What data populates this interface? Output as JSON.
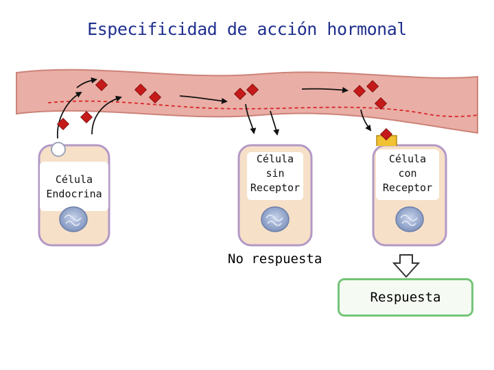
{
  "title": "Especificidad de acción hormonal",
  "cells": [
    {
      "label_lines": [
        "Célula",
        "Endocrina"
      ]
    },
    {
      "label_lines": [
        "Célula",
        "sin",
        "Receptor"
      ]
    },
    {
      "label_lines": [
        "Célula",
        "con",
        "Receptor"
      ]
    }
  ],
  "no_response": "No respuesta",
  "response": "Respuesta",
  "colors": {
    "title": "#1f2f8f",
    "vessel": "#e7a9a0",
    "vessel_edge": "#cf7f75",
    "hormone": "#c81a1a",
    "cell_fill": "#f6e1cb",
    "cell_border": "#b79ac8",
    "nucleus": "#8aa0c8",
    "response_border": "#74c477"
  }
}
